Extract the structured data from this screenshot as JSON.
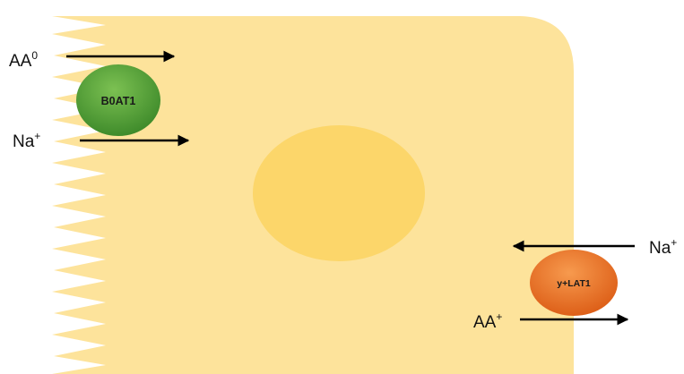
{
  "diagram": {
    "colors": {
      "cell": "#fde39b",
      "nucleus": "#fcd66a",
      "transporter_b0at1": "#5aa63a",
      "transporter_y_lat1": "#ee7a2a",
      "arrow": "#000000"
    },
    "apical": {
      "transporter": {
        "label": "B0AT1"
      },
      "aa_label": {
        "base": "AA",
        "superscript": "0"
      },
      "na_label": {
        "base": "Na",
        "superscript": "+"
      }
    },
    "basolateral": {
      "transporter": {
        "label": "y+LAT1"
      },
      "na_label": {
        "base": "Na",
        "superscript": "+"
      },
      "aa_label": {
        "base": "AA",
        "superscript": "+"
      }
    }
  }
}
